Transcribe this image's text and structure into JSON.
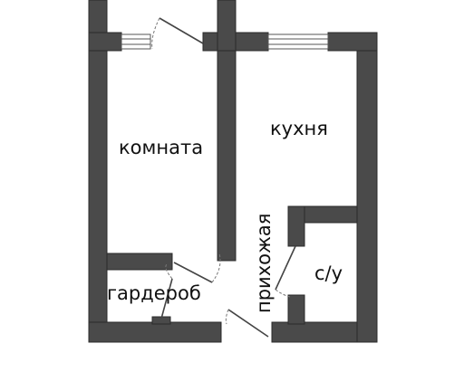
{
  "rooms": {
    "room": "комната",
    "kitchen": "кухня",
    "hallway": "прихожая",
    "bathroom": "с/у",
    "wardrobe": "гардероб"
  },
  "colors": {
    "wall": "#4a4a4a",
    "wall_hatch": "#6a6a6a",
    "background": "#ffffff"
  }
}
